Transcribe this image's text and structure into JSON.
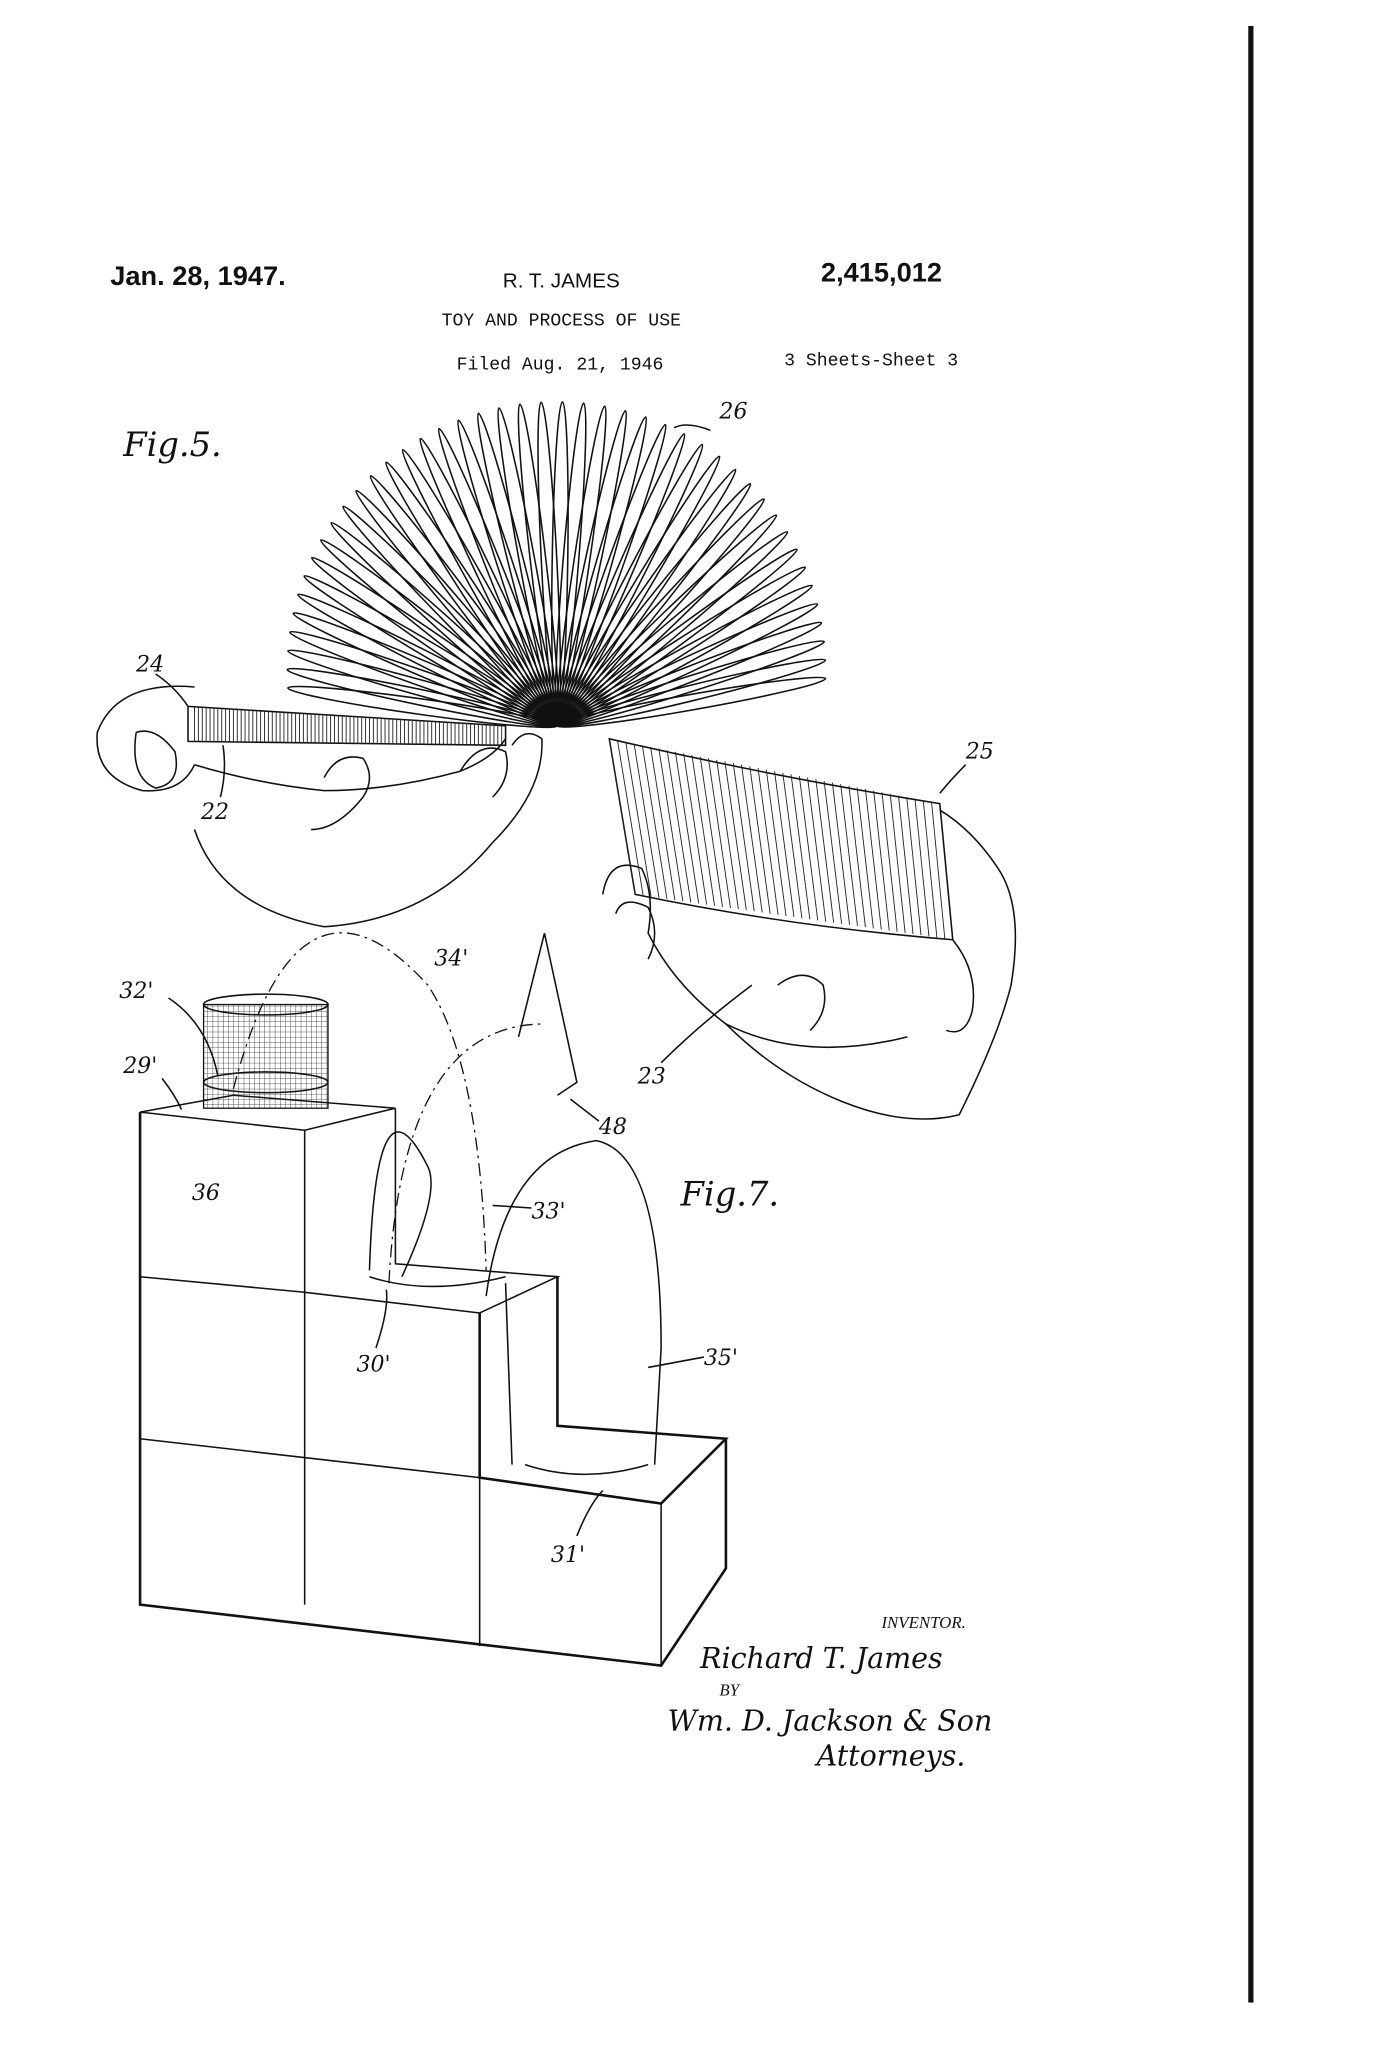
{
  "header": {
    "date": "Jan. 28, 1947.",
    "inventor_short": "R. T. JAMES",
    "patent_number": "2,415,012",
    "title": "TOY AND PROCESS OF USE",
    "filed": "Filed Aug. 21, 1946",
    "sheets": "3 Sheets-Sheet 3"
  },
  "figures": {
    "fig5": "Fig.5.",
    "fig7": "Fig.7."
  },
  "references": {
    "r26": "26",
    "r24": "24",
    "r22": "22",
    "r25": "25",
    "r23": "23",
    "r32": "32'",
    "r34": "34'",
    "r29": "29'",
    "r36": "36",
    "r48": "48",
    "r33": "33'",
    "r30": "30'",
    "r35": "35'",
    "r31": "31'"
  },
  "signature": {
    "inventor_label": "INVENTOR.",
    "inventor_name": "Richard T. James",
    "by": "BY",
    "attorney_signature": "Wm. D. Jackson & Son",
    "attorneys": "Attorneys."
  }
}
